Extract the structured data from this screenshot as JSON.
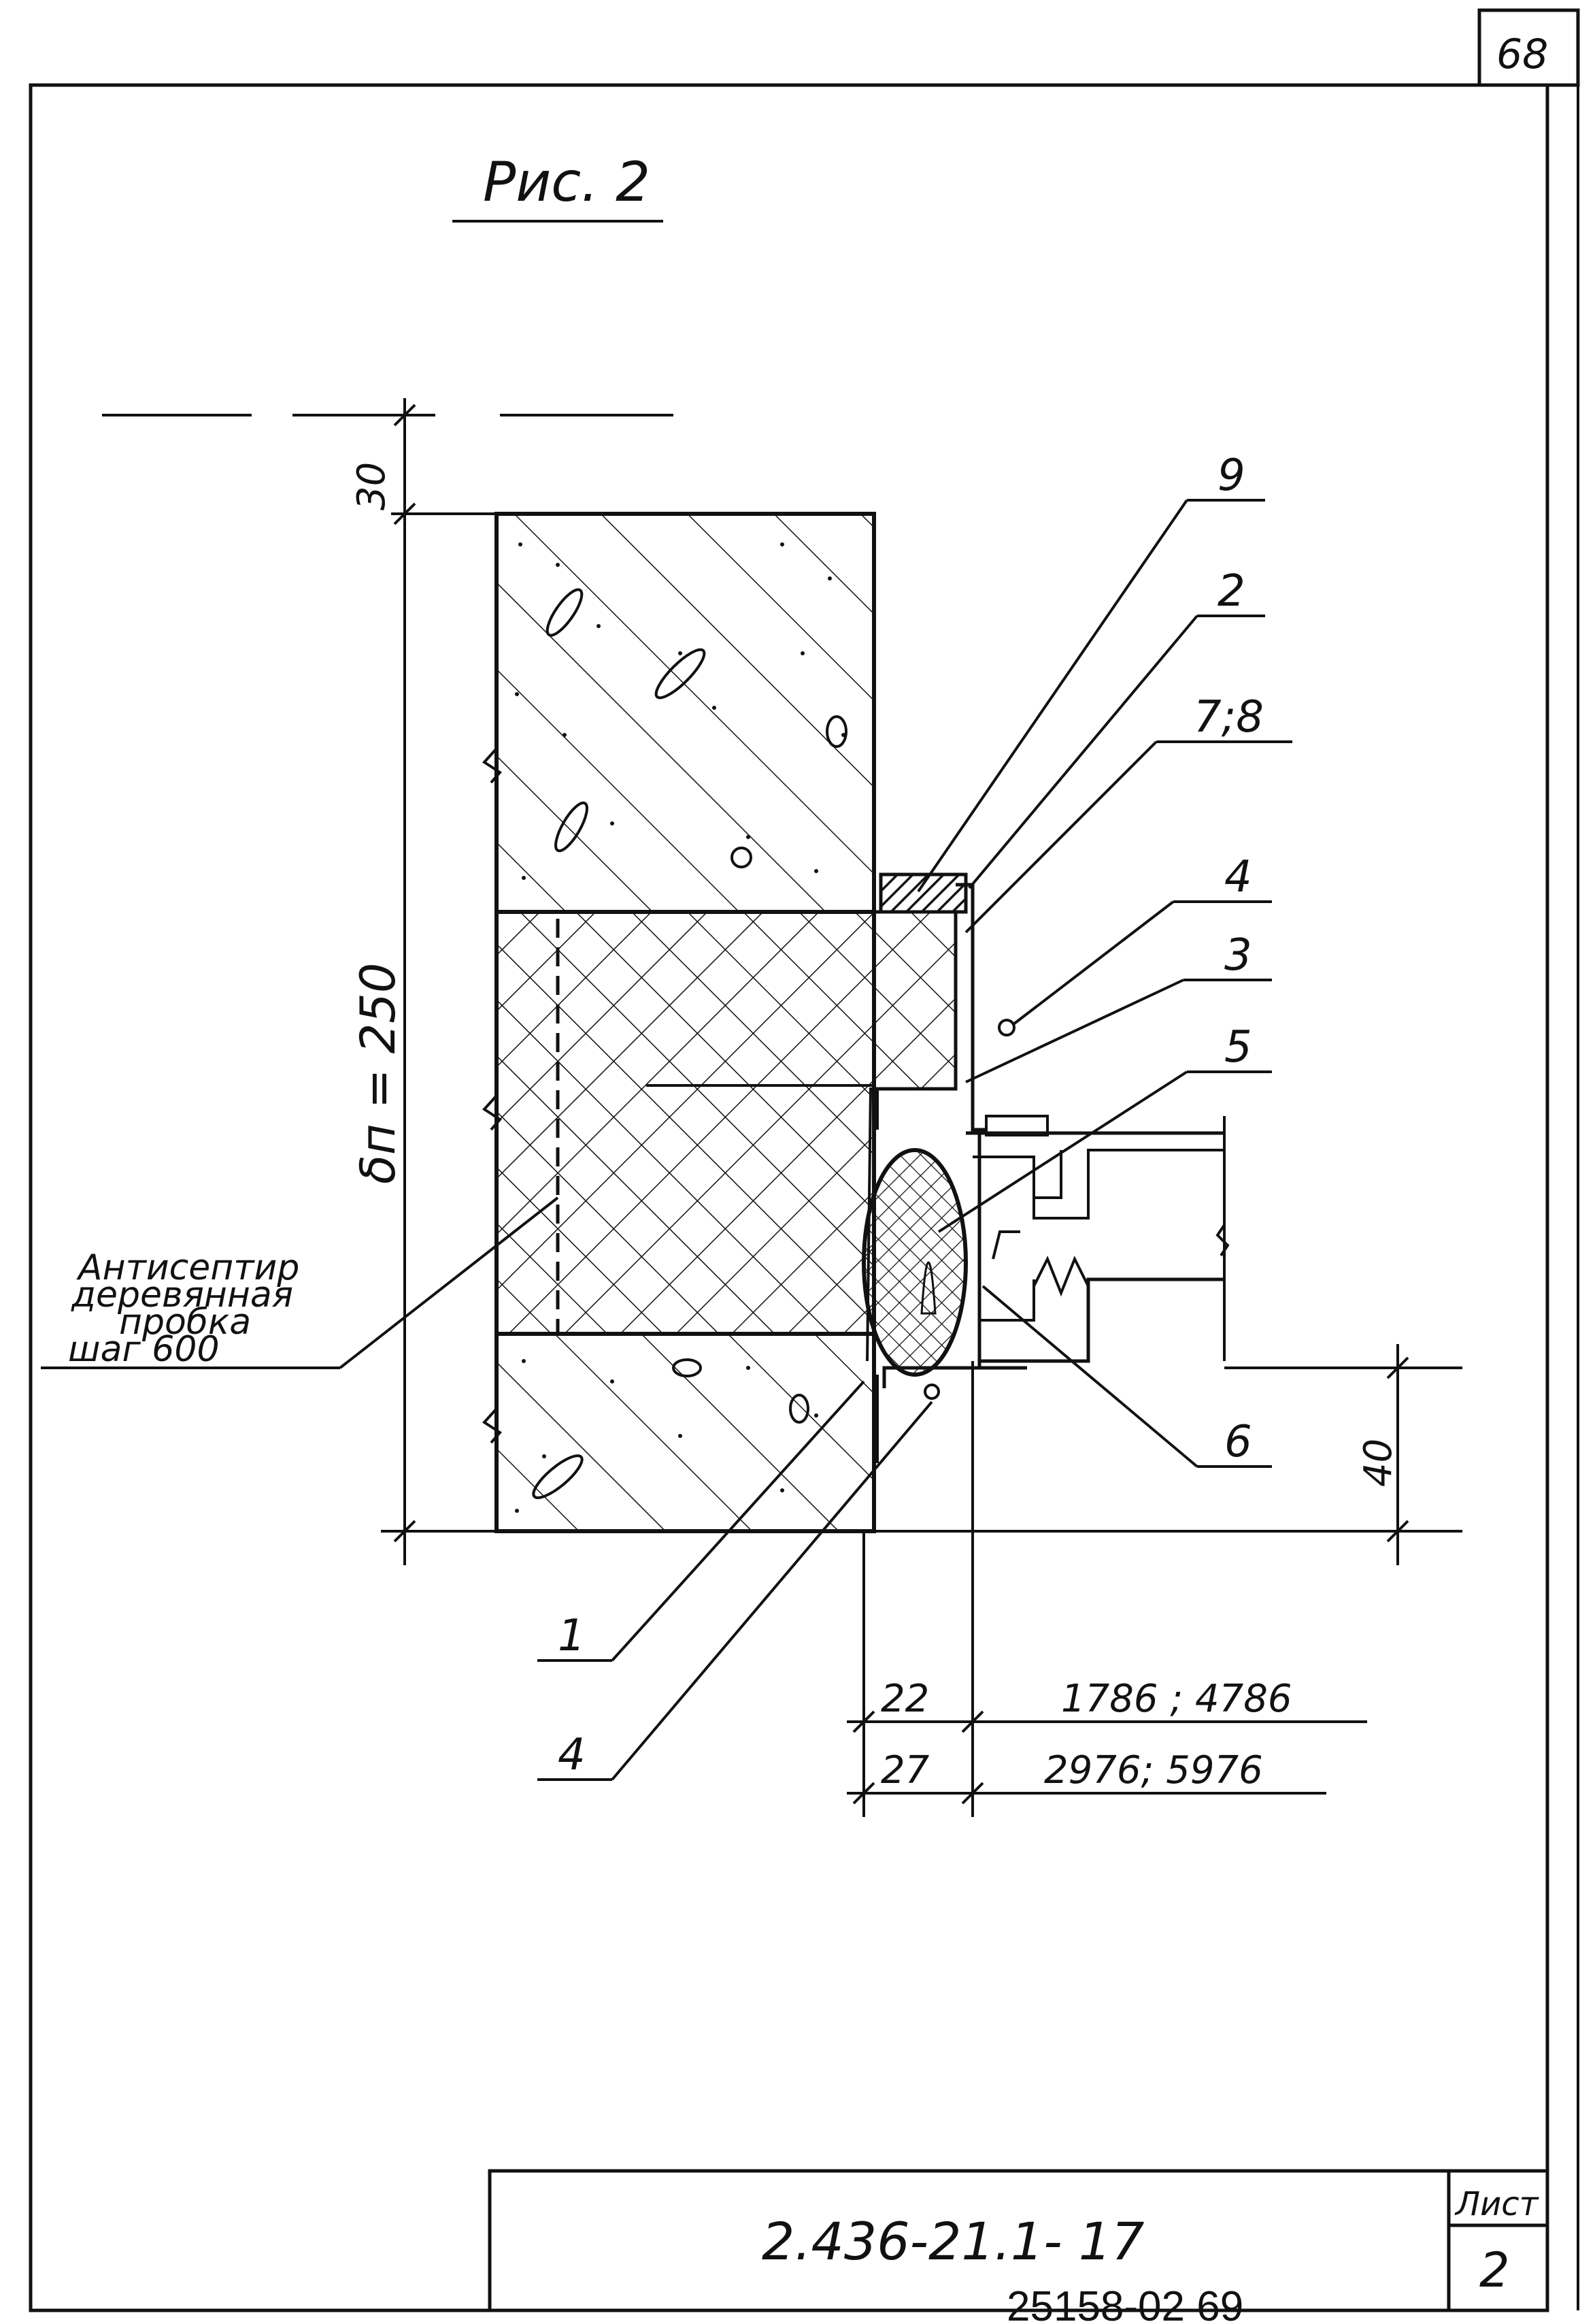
{
  "page_number": "68",
  "figure_title": "Рис. 2",
  "dimensions": {
    "top_offset": "30",
    "wall_thickness": "δп = 250",
    "bottom_offset": "40",
    "row1_left": "22",
    "row1_right": "1786 ; 4786",
    "row2_left": "27",
    "row2_right": "2976; 5976"
  },
  "callouts": {
    "c9": "9",
    "c2": "2",
    "c78": "7;8",
    "c4_top": "4",
    "c3": "3",
    "c5": "5",
    "c6": "6",
    "c1": "1",
    "c4_bottom": "4"
  },
  "note": {
    "line1": "Антисептир",
    "line2": "деревянная",
    "line3": "пробка",
    "line4": "шаг 600"
  },
  "title_block": {
    "doc_code": "2.436-21.1- 17",
    "sheet_label": "Лист",
    "sheet_number": "2"
  },
  "archive_number": "25158-02 69"
}
